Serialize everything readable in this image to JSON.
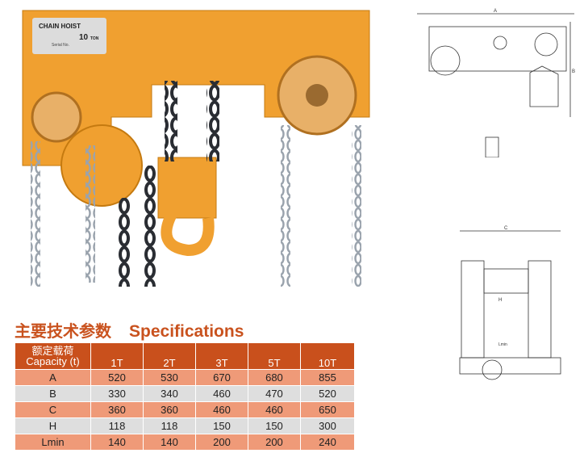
{
  "nameplate": {
    "title": "CHAIN HOIST",
    "capacity": "10",
    "unit": "TON",
    "serial": "Serial No."
  },
  "diagram_labels": {
    "a": "A",
    "b": "B",
    "c": "C",
    "h": "H",
    "lmin": "Lmin"
  },
  "heading": {
    "cn": "主要技术参数",
    "en": "Specifications"
  },
  "colors": {
    "accent": "#c9501c",
    "row_odd": "#ef9a78",
    "row_even": "#dedede",
    "body": "#f0a030"
  },
  "table": {
    "header_cn": "额定载荷",
    "header_en": "Capacity (t)",
    "columns": [
      "1T",
      "2T",
      "3T",
      "5T",
      "10T"
    ],
    "rows": [
      {
        "label": "A",
        "values": [
          "520",
          "530",
          "670",
          "680",
          "855"
        ]
      },
      {
        "label": "B",
        "values": [
          "330",
          "340",
          "460",
          "470",
          "520"
        ]
      },
      {
        "label": "C",
        "values": [
          "360",
          "360",
          "460",
          "460",
          "650"
        ]
      },
      {
        "label": "H",
        "values": [
          "118",
          "118",
          "150",
          "150",
          "300"
        ]
      },
      {
        "label": "Lmin",
        "values": [
          "140",
          "140",
          "200",
          "200",
          "240"
        ]
      }
    ]
  }
}
